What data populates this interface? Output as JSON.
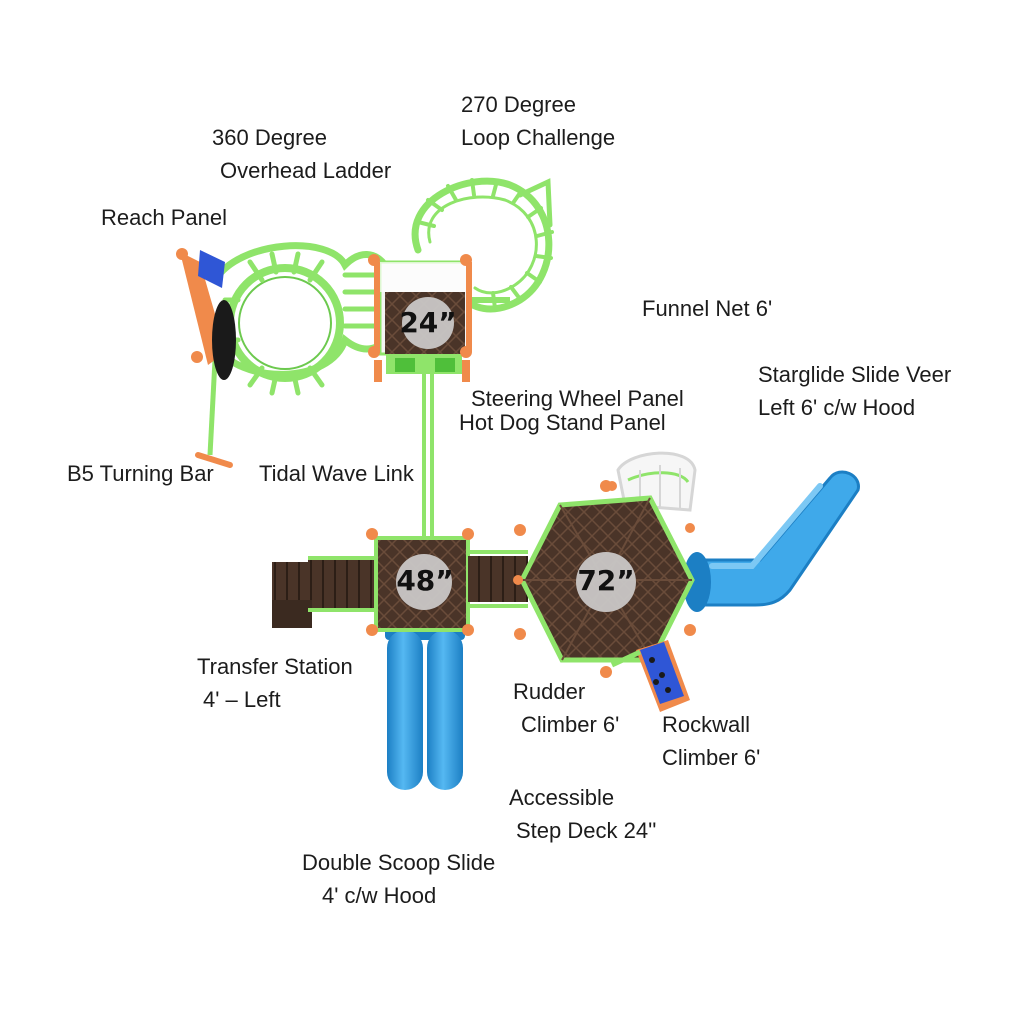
{
  "deck_sizes": {
    "small": "24”",
    "middle": "48”",
    "large": "72”"
  },
  "labels": {
    "loop_challenge": [
      "270 Degree",
      "Loop Challenge"
    ],
    "overhead_ladder": [
      "360 Degree",
      "Overhead Ladder"
    ],
    "reach_panel": [
      "Reach Panel"
    ],
    "funnel_net": [
      "Funnel Net 6'"
    ],
    "starglide_slide": [
      "Starglide Slide Veer",
      "Left 6' c/w Hood"
    ],
    "steering_wheel": [
      "Steering Wheel Panel"
    ],
    "hot_dog_stand": [
      "Hot Dog Stand Panel"
    ],
    "turning_bar": [
      "B5 Turning Bar"
    ],
    "tidal_wave": [
      "Tidal Wave Link"
    ],
    "transfer_station": [
      "Transfer Station",
      "4' – Left"
    ],
    "rudder_climber": [
      "Rudder",
      "Climber 6'"
    ],
    "rockwall_climber": [
      "Rockwall",
      "Climber 6'"
    ],
    "step_deck": [
      "Accessible",
      "Step Deck 24''"
    ],
    "double_scoop": [
      "Double Scoop Slide",
      "4' c/w Hood"
    ]
  },
  "colors": {
    "frame_green": "#8fe46a",
    "frame_green_dark": "#4fbf3a",
    "deck_brown": "#4a3428",
    "deck_brown_light": "#6a4c3a",
    "slide_blue": "#3fa9ea",
    "slide_blue_dark": "#1c7fc4",
    "post_orange": "#f08a4b",
    "rock_blue": "#2f56d6",
    "circle_gray": "#c9c7c6"
  }
}
